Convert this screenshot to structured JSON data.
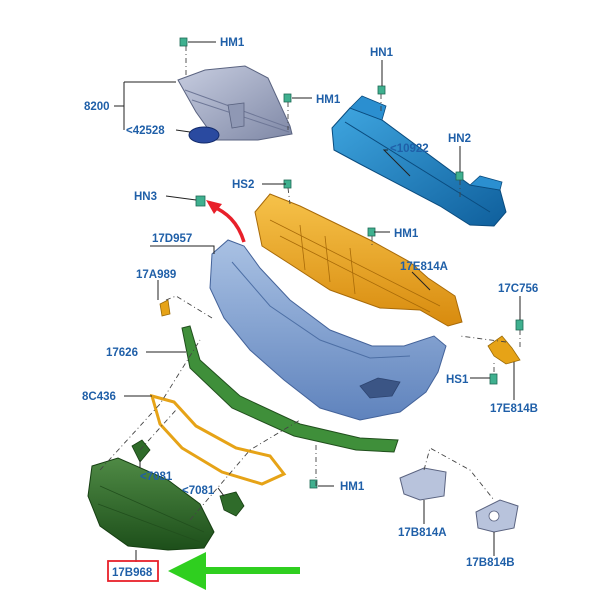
{
  "labels": {
    "hm1_top": "HM1",
    "hm1_grille": "HM1",
    "n8200": "8200",
    "n42528": "<42528",
    "hn1": "HN1",
    "n10922": "<10922",
    "hn2": "HN2",
    "hn3": "HN3",
    "hs2": "HS2",
    "n17d957": "17D957",
    "hm1_mid": "HM1",
    "n17e814a": "17E814A",
    "n17a989": "17A989",
    "n17c756": "17C756",
    "n17626": "17626",
    "hs1": "HS1",
    "n17e814b": "17E814B",
    "n8c436": "8C436",
    "n7081a": "<7081",
    "n7081b": "<7081",
    "hm1_low": "HM1",
    "n17b814a": "17B814A",
    "n17b814b": "17B814B",
    "n17b968": "17B968"
  },
  "colors": {
    "label": "#1f5fa8",
    "highlight_box": "#e8202a",
    "green_arrow": "#2fcf1f",
    "red_arrow": "#e8202a",
    "bumper": "#7f9fce",
    "reinforcement": "#e8a317",
    "beam": "#1d86c8",
    "grille": "#9aa3bf",
    "lower_grille": "#2f6b2a",
    "strip": "#3f8f3a",
    "molding": "#e6a317"
  },
  "icons": {
    "arrow_red": "curved-arrow-icon",
    "arrow_green": "left-arrow-icon"
  }
}
